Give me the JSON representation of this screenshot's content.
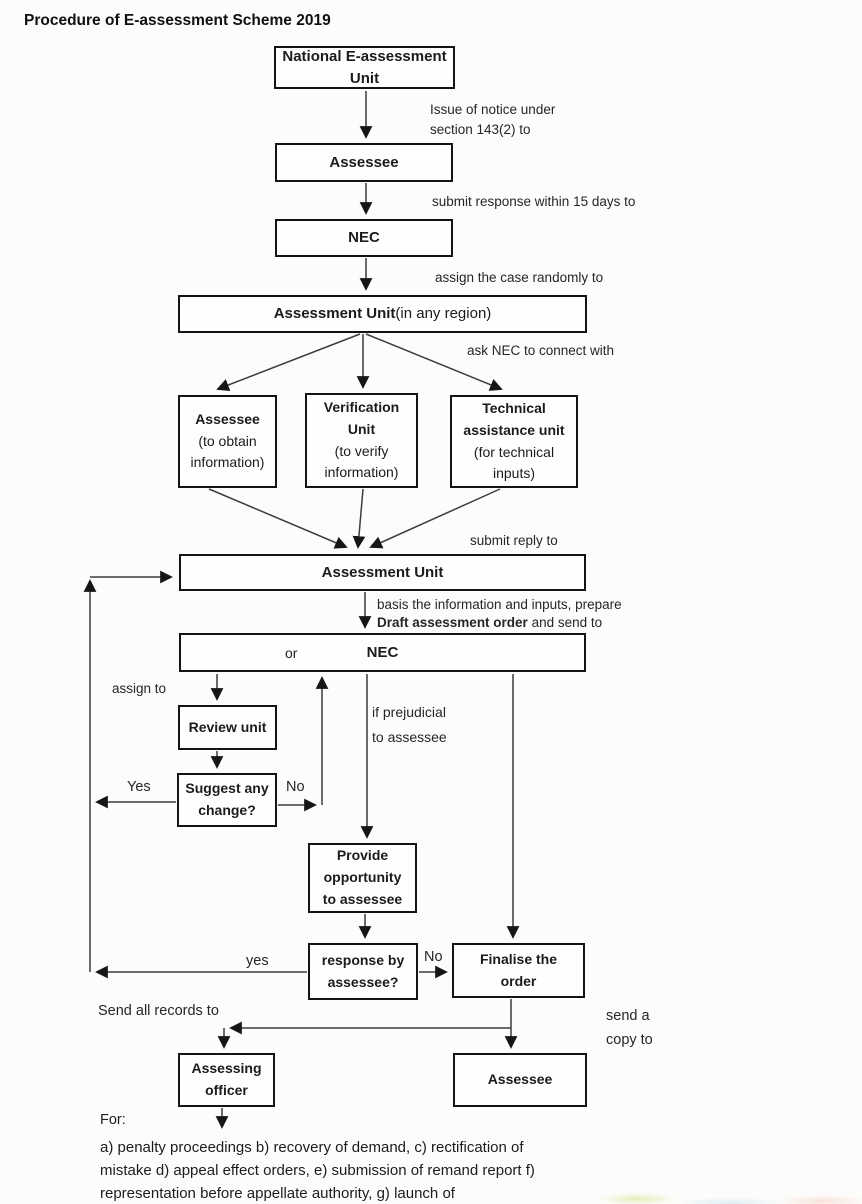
{
  "page": {
    "title": "Procedure of E-assessment Scheme 2019"
  },
  "boxes": {
    "neu": {
      "line1": "National E-assessment",
      "line2": "Unit"
    },
    "assessee1": "Assessee",
    "nec1": "NEC",
    "au_region": {
      "bold": "Assessment Unit",
      "rest": " (in any region)"
    },
    "assessee_info": {
      "line1": "Assessee",
      "line2": "(to obtain",
      "line3": "information)"
    },
    "verification": {
      "line1": "Verification",
      "line2": "Unit",
      "line3": "(to verify",
      "line4": "information)"
    },
    "technical": {
      "line1": "Technical",
      "line2": "assistance unit",
      "line3": "(for technical",
      "line4": "inputs)"
    },
    "au2": "Assessment Unit",
    "nec2": {
      "or": "or",
      "label": "NEC"
    },
    "review": "Review unit",
    "suggest": {
      "line1": "Suggest any",
      "line2": "change?"
    },
    "provide": {
      "line1": "Provide",
      "line2": "opportunity",
      "line3": "to assessee"
    },
    "response": {
      "line1": "response by",
      "line2": "assessee?"
    },
    "finalise": {
      "line1": "Finalise the",
      "line2": "order"
    },
    "assessing": {
      "line1": "Assessing",
      "line2": "officer"
    },
    "assessee2": "Assessee"
  },
  "labels": {
    "issue_notice": {
      "line1": "Issue of notice under",
      "line2": "section 143(2) to"
    },
    "submit_response": "submit response within 15 days to",
    "assign_case": "assign the case randomly to",
    "ask_nec": "ask NEC to connect with",
    "submit_reply": "submit reply to",
    "basis_line1": "basis the information and inputs, prepare",
    "basis_line2_bold": "Draft assessment order",
    "basis_line2_rest": " and send to",
    "assign_to": "assign to",
    "if_prejudicial": {
      "line1": "if prejudicial",
      "line2": "to assessee"
    },
    "yes_upper": "Yes",
    "no_upper": "No",
    "yes_lower": "yes",
    "no_lower": "No",
    "send_all_records": "Send all records to",
    "send_copy": {
      "line1": "send a",
      "line2": "copy to"
    },
    "for_label": "For:",
    "footer": {
      "line1": "a) penalty proceedings b) recovery of demand, c) rectification of",
      "line2": "mistake d) appeal effect orders, e) submission of remand report f)",
      "line3": "representation before appellate authority, g) launch of"
    }
  }
}
